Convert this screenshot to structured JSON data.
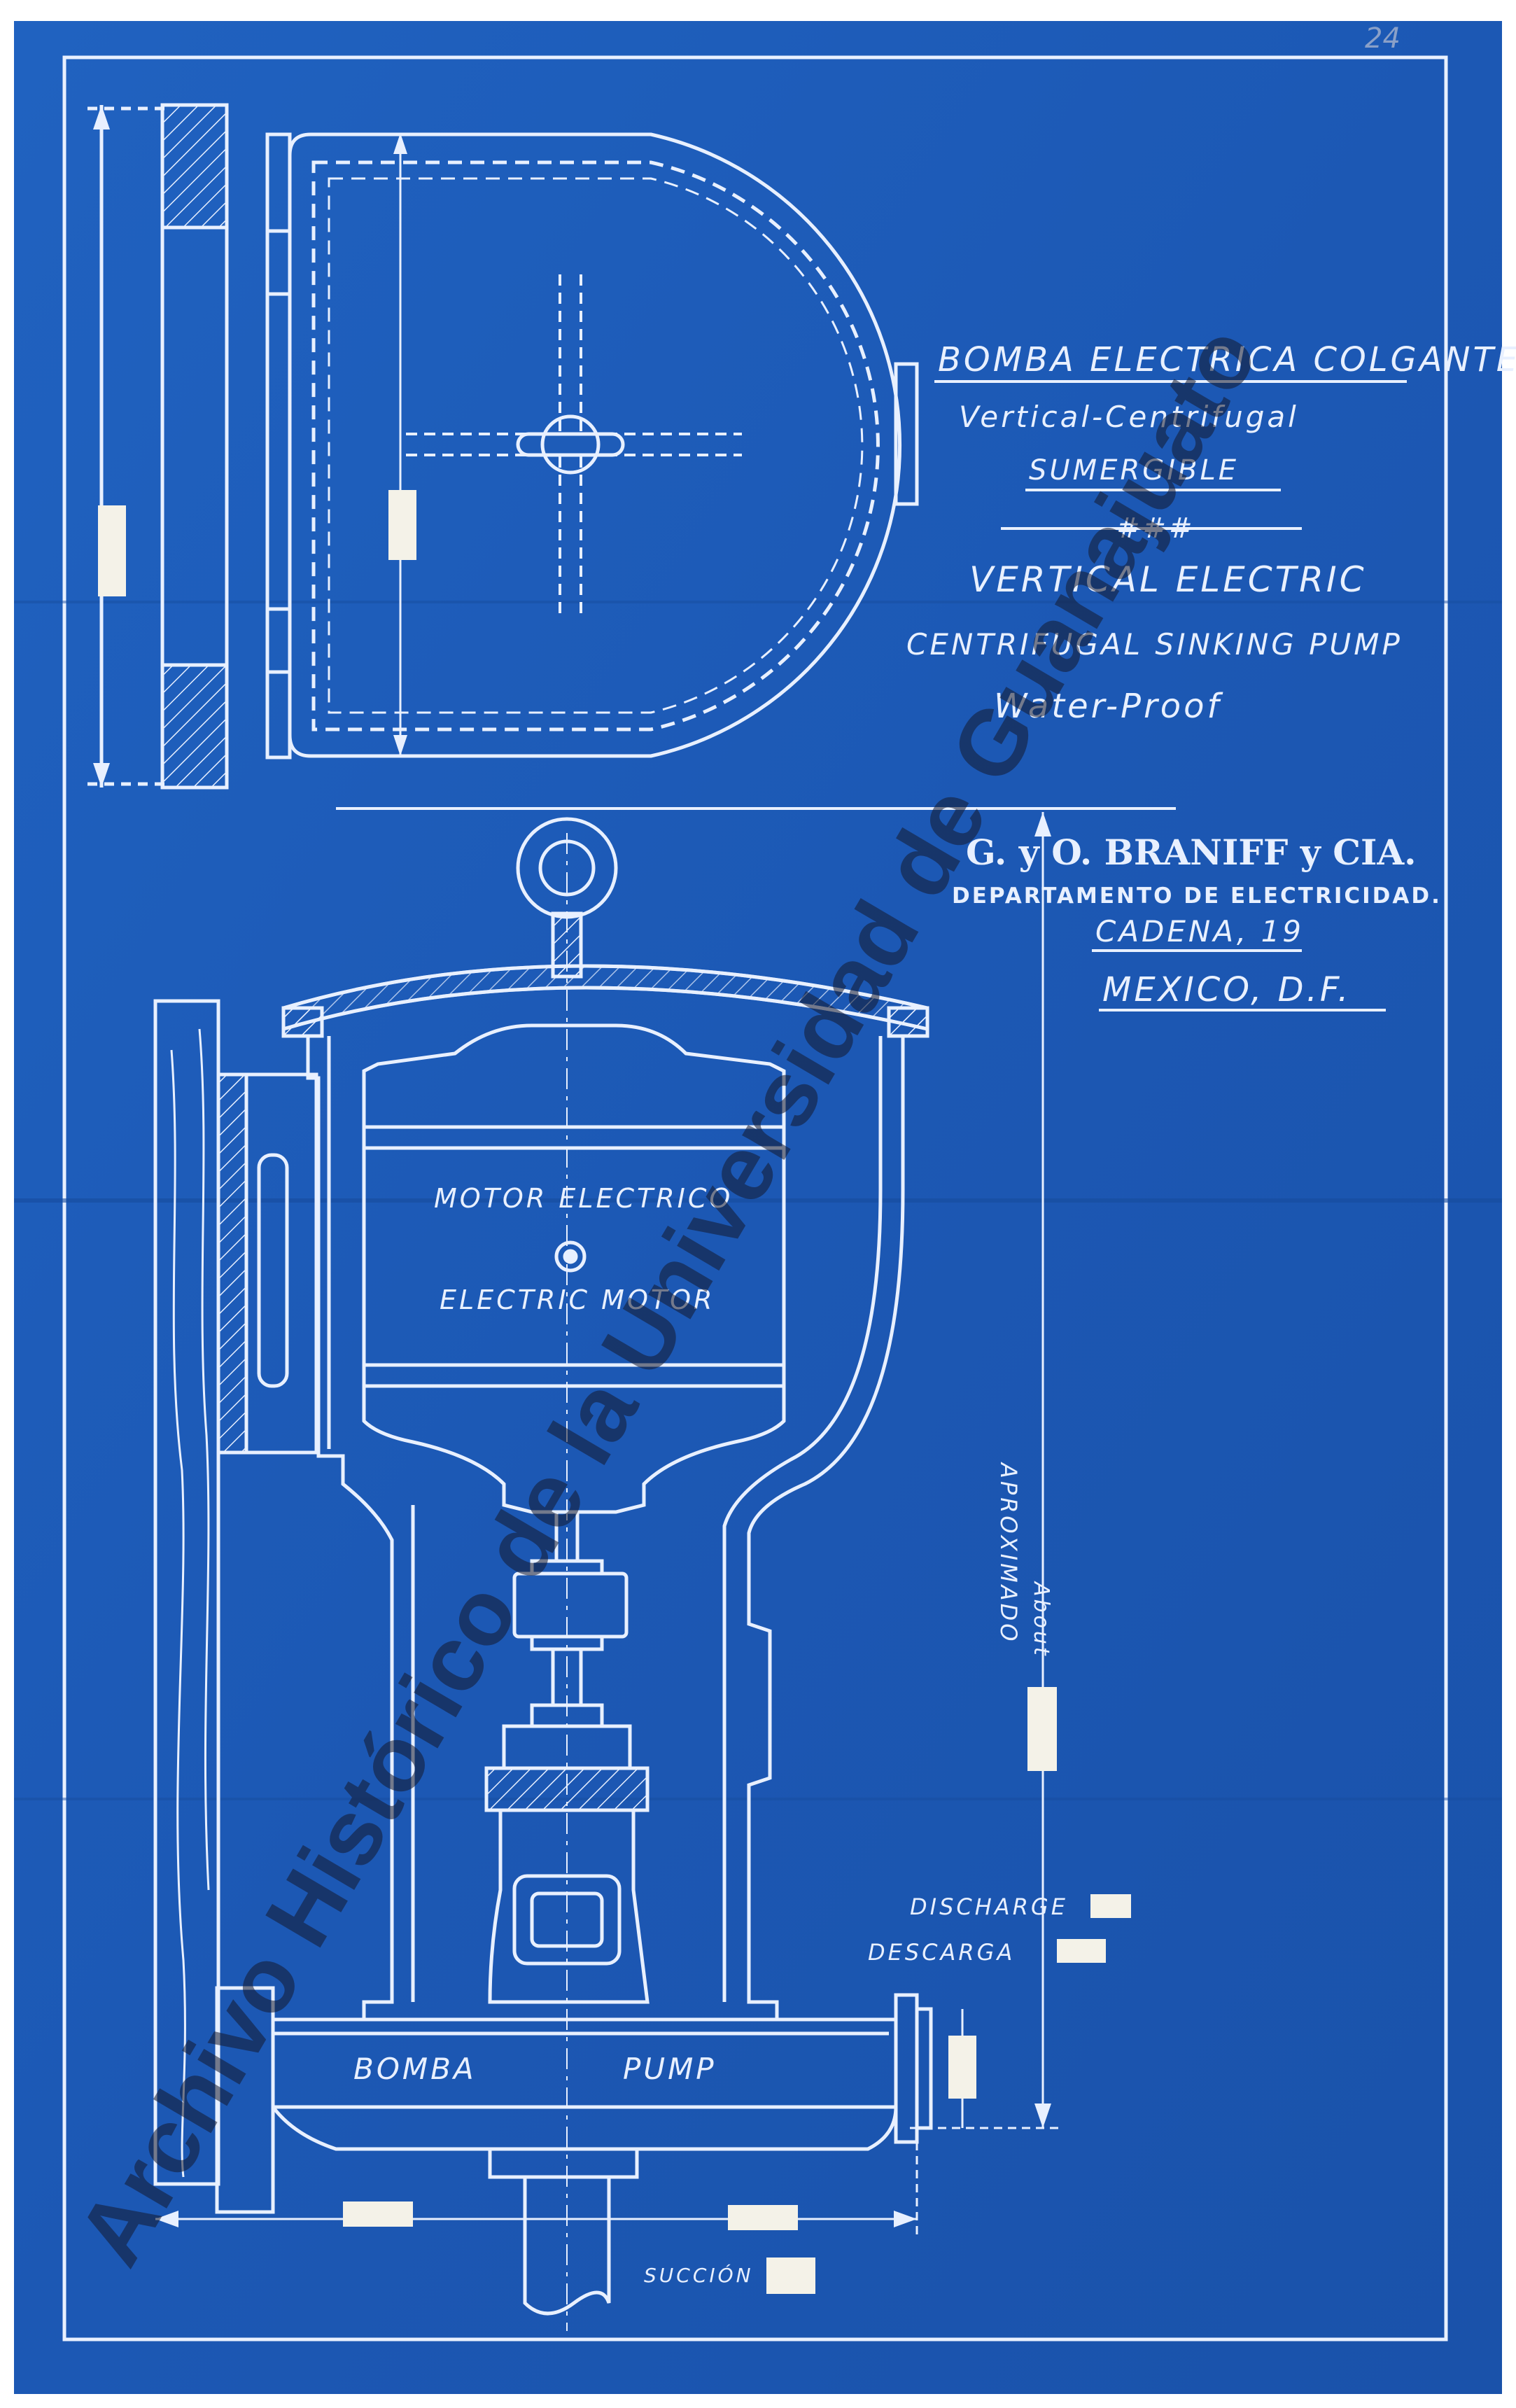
{
  "colors": {
    "paper": "#1e5cb8",
    "paper_dark": "#154a9c",
    "ink": "#e8f0ff",
    "patch": "#f4f2e8",
    "watermark": "rgba(20,25,45,0.55)"
  },
  "sheet_number": "24",
  "title_block": {
    "line1": "BOMBA ELECTRICA COLGANTE",
    "line2": "Vertical-Centrifugal",
    "line3": "SUMERGIBLE",
    "divider": "###",
    "line4": "VERTICAL ELECTRIC",
    "line5": "CENTRIFUGAL SINKING PUMP",
    "line6": "Water-Proof"
  },
  "company": {
    "name": "G. y O. BRANIFF y CIA.",
    "department": "DEPARTAMENTO DE ELECTRICIDAD.",
    "street": "CADENA, 19",
    "city": "MEXICO, D.F."
  },
  "labels": {
    "motor_es": "MOTOR ELECTRICO",
    "motor_en": "ELECTRIC MOTOR",
    "about": "About",
    "aproximado": "APROXIMADO",
    "discharge": "DISCHARGE",
    "descarga": "DESCARGA",
    "bomba": "BOMBA",
    "pump": "PUMP",
    "succion": "SUCCIÓN",
    "flange_mark": "\""
  },
  "watermark": "Archivo Histórico de la Universidad de Guanajuato"
}
